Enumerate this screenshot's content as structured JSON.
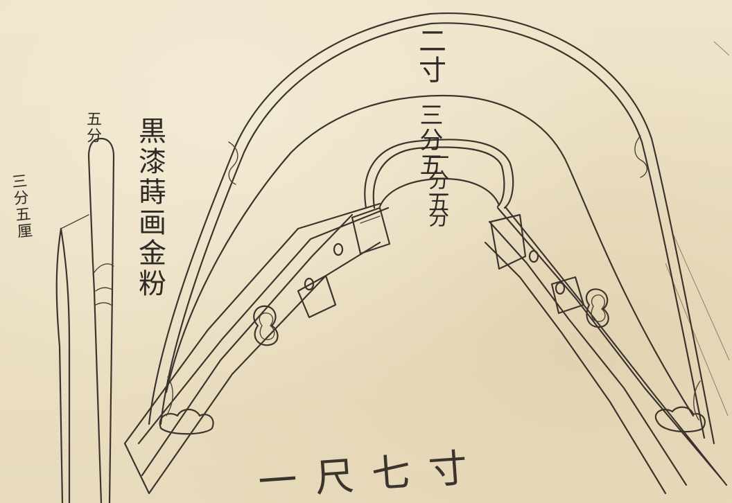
{
  "title_label": "黒漆蒔画金粉",
  "dimensions": {
    "outer_width": "二寸",
    "middle_width": "三分五",
    "inner_width": "一分五",
    "innermost_width": "一分",
    "pin_top": "五分",
    "pin_side": "三分五厘"
  },
  "bottom_mark": "一尺七寸",
  "colors": {
    "paper": "#ece0c4",
    "ink": "#3a342c"
  }
}
